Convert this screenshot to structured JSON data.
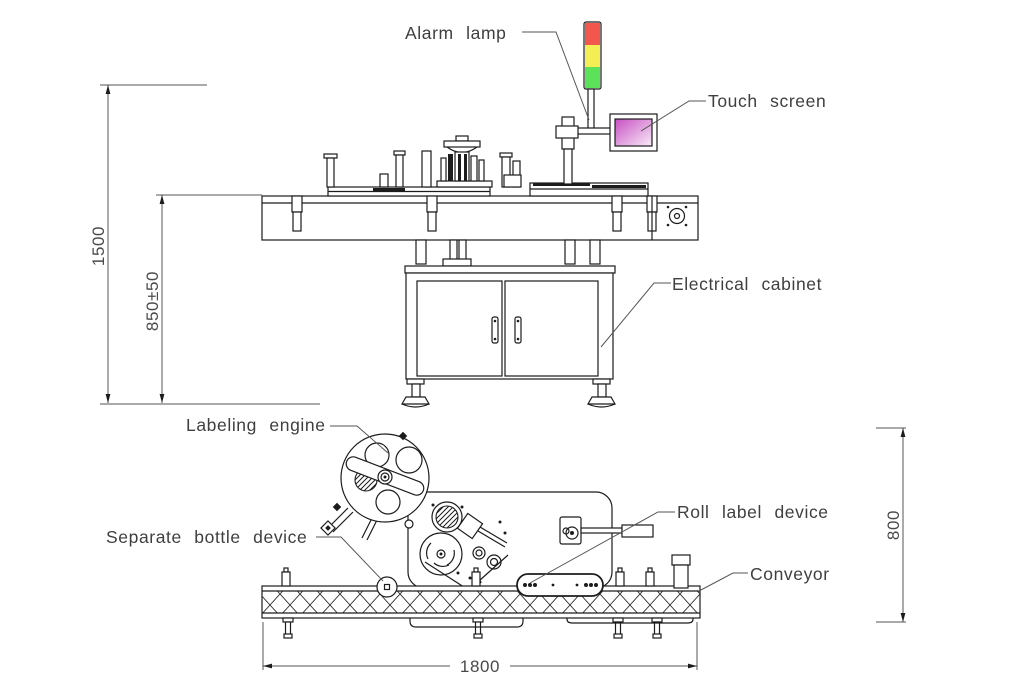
{
  "drawing": {
    "labels": {
      "alarm_lamp": "Alarm lamp",
      "touch_screen": "Touch screen",
      "electrical_cabinet": "Electrical cabinet",
      "labeling_engine": "Labeling engine",
      "separate_bottle_device": "Separate bottle device",
      "roll_label_device": "Roll label device",
      "conveyor": "Conveyor"
    },
    "dimensions": {
      "overall_height": "1500",
      "conveyor_working_height": "850±50",
      "machine_depth": "800",
      "machine_length": "1800"
    },
    "colors": {
      "alarm_red": "#f2564c",
      "alarm_yellow": "#f4ee55",
      "alarm_green": "#5ce25a",
      "screen_magenta": "#c84fc3",
      "screen_fade": "#f8ecf8",
      "line": "#1c1c1c",
      "dim_line": "#555555",
      "label_text": "#3f3f3f"
    }
  }
}
